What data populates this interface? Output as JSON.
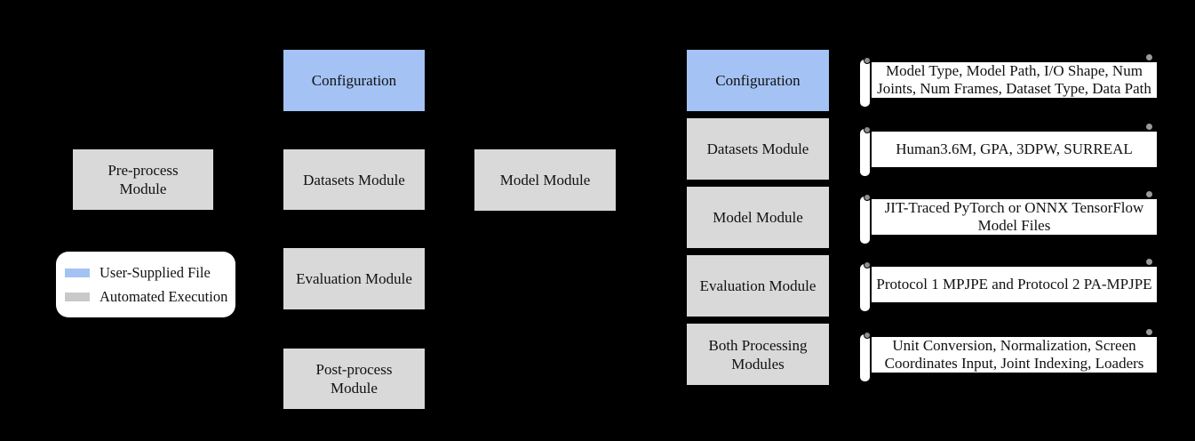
{
  "diagram": {
    "background": "#000000",
    "colors": {
      "user_supplied_fill": "#a4c2f4",
      "automated_fill": "#d9d9d9",
      "annotation_fill": "#ffffff",
      "text": "#111111"
    },
    "boxes": [
      {
        "label": "Pre-process Module",
        "type": "automated"
      },
      {
        "label": "Configuration",
        "type": "user-supplied"
      },
      {
        "label": "Datasets Module",
        "type": "automated"
      },
      {
        "label": "Evaluation Module",
        "type": "automated"
      },
      {
        "label": "Post-process Module",
        "type": "automated"
      },
      {
        "label": "Model Module",
        "type": "automated"
      },
      {
        "label": "Configuration",
        "type": "user-supplied"
      },
      {
        "label": "Datasets Module",
        "type": "automated"
      },
      {
        "label": "Model Module",
        "type": "automated"
      },
      {
        "label": "Evaluation Module",
        "type": "automated"
      },
      {
        "label": "Both Processing Modules",
        "type": "automated"
      }
    ],
    "scrolls": [
      {
        "text": "Model Type, Model Path, I/O Shape, Num Joints, Num Frames, Dataset Type, Data Path"
      },
      {
        "text": "Human3.6M, GPA, 3DPW, SURREAL"
      },
      {
        "text": "JIT-Traced PyTorch or ONNX TensorFlow Model Files"
      },
      {
        "text": "Protocol 1 MPJPE and Protocol 2 PA-MPJPE"
      },
      {
        "text": "Unit Conversion, Normalization, Screen Coordinates Input, Joint Indexing, Loaders"
      }
    ],
    "legend": {
      "items": [
        {
          "label": "User-Supplied File",
          "color": "#a4c2f4"
        },
        {
          "label": "Automated Execution",
          "color": "#c9c9c9"
        }
      ]
    }
  }
}
